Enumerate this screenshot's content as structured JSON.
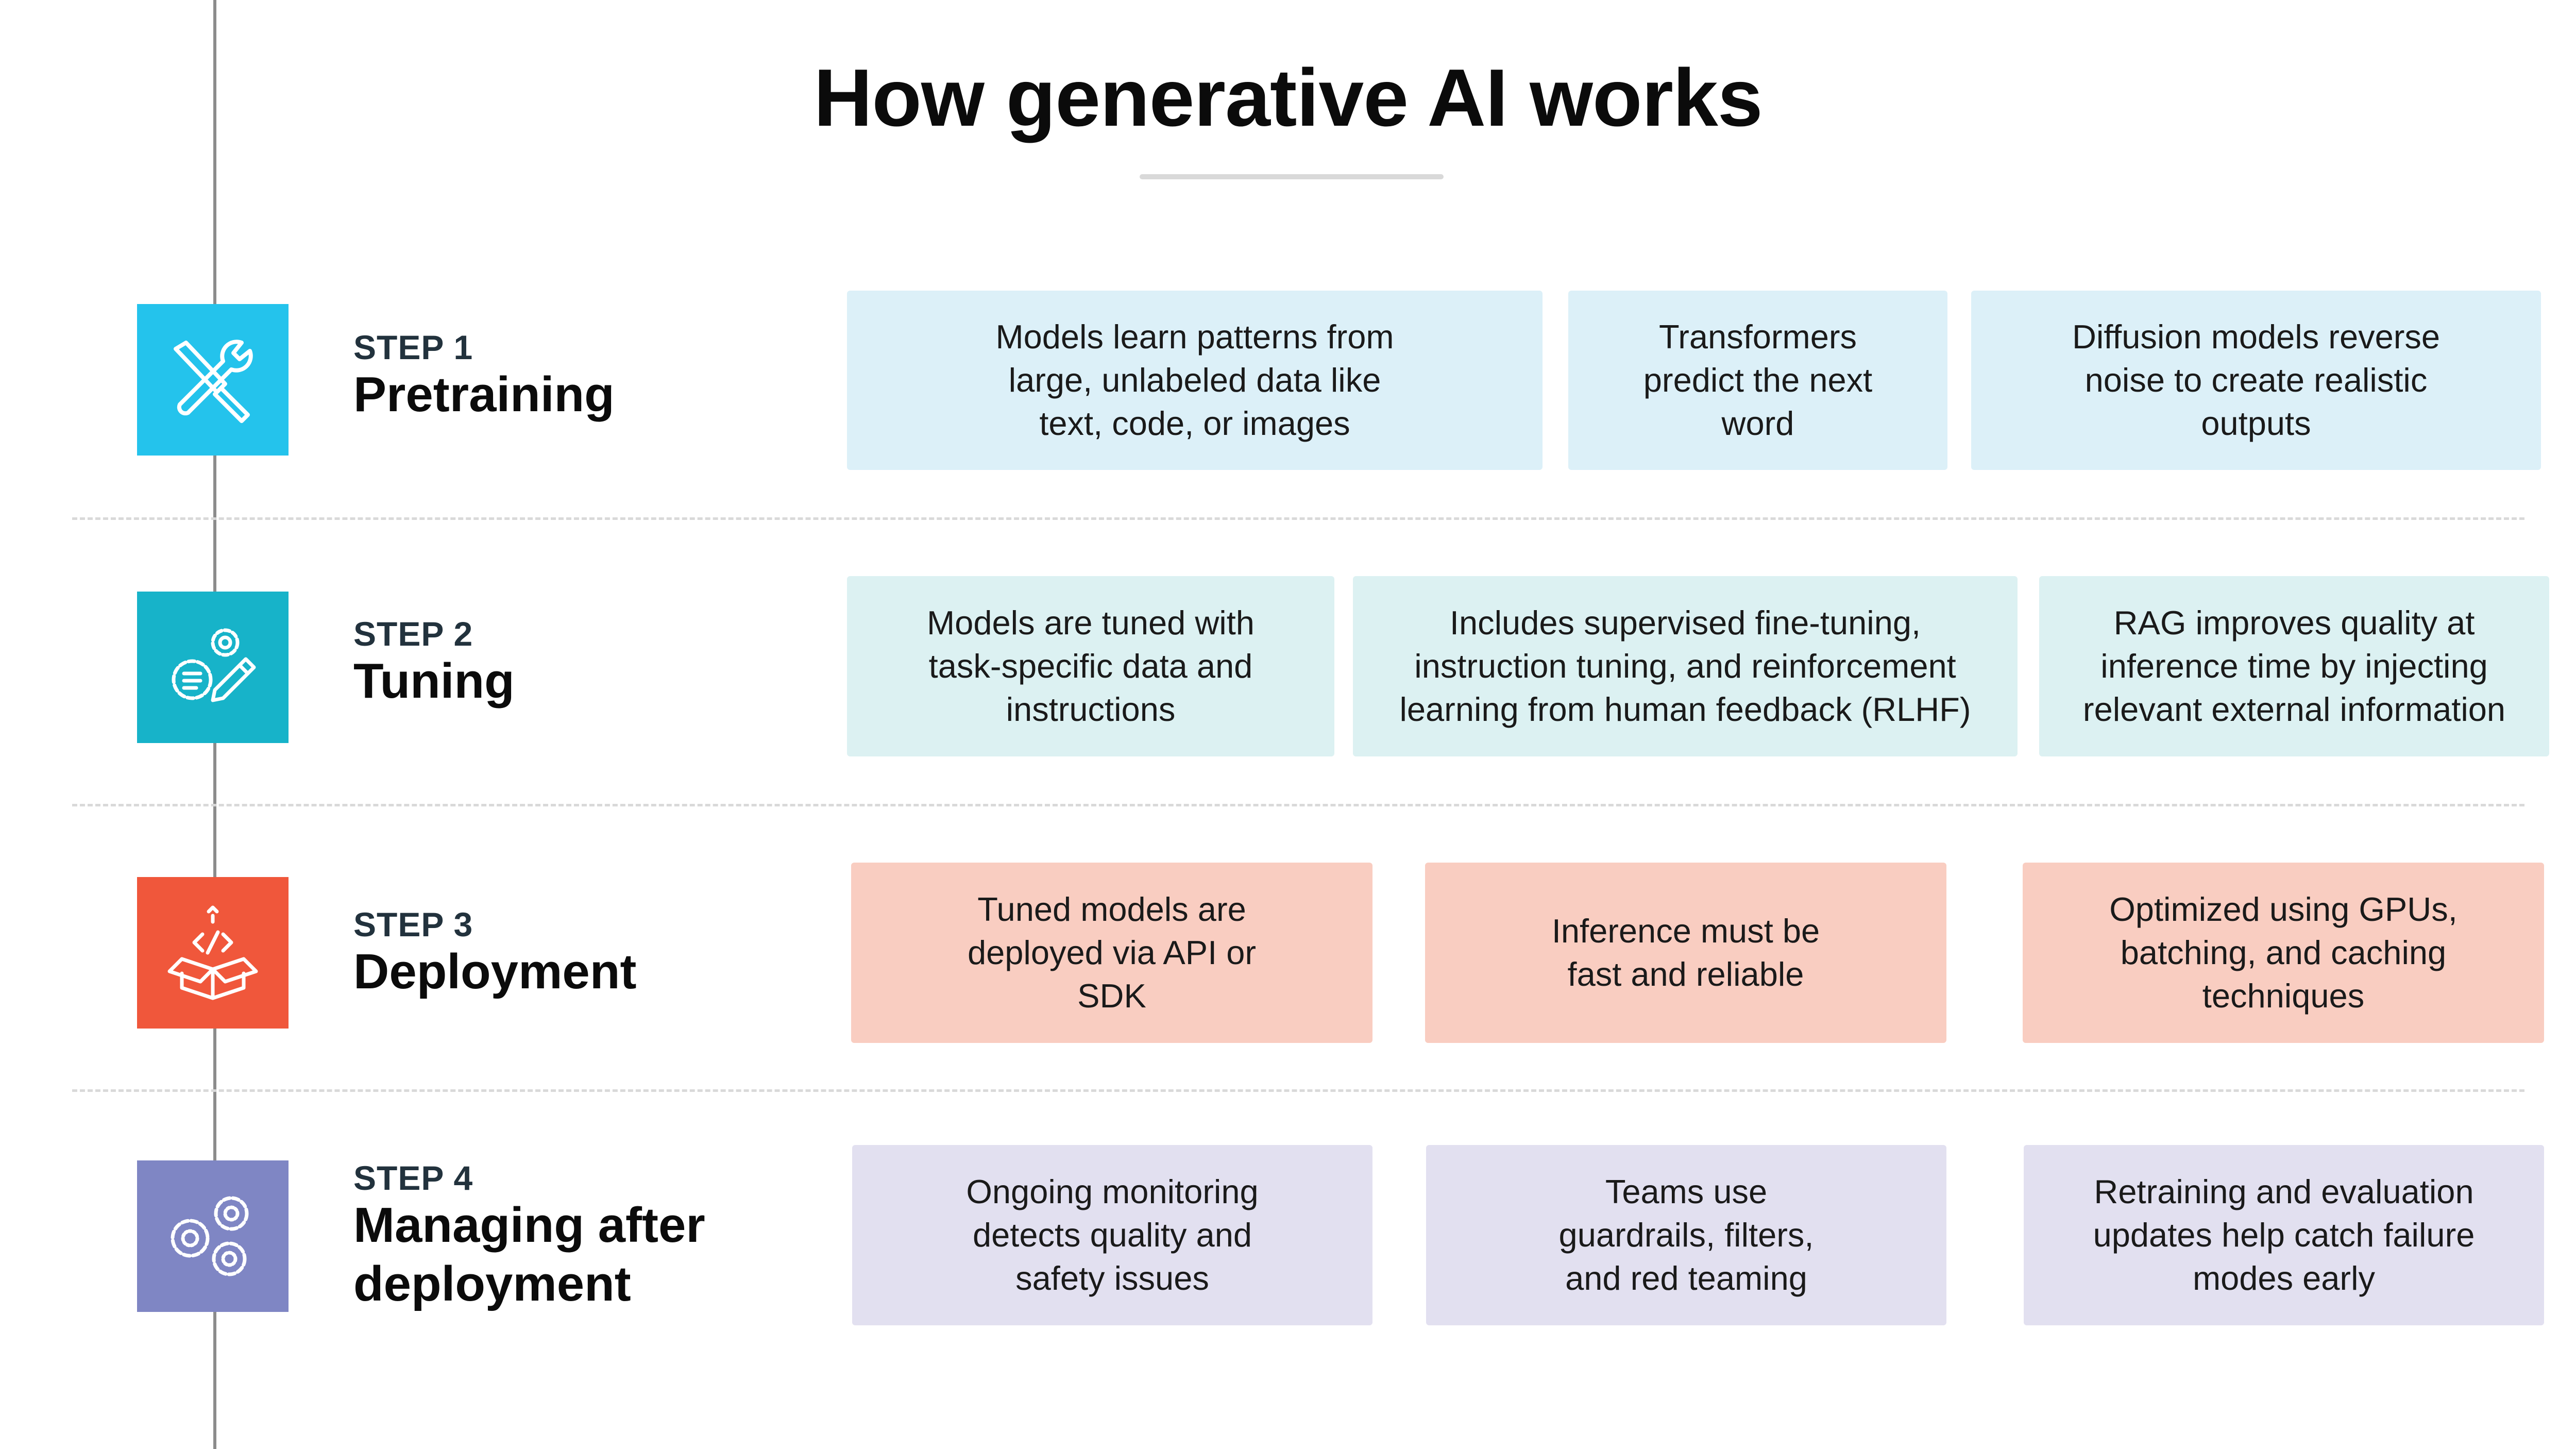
{
  "title": "How generative AI works",
  "colors": {
    "step1": "#24c3ec",
    "step2": "#17b3c9",
    "step3": "#f0573b",
    "step4": "#7f86c4"
  },
  "steps": [
    {
      "number": "STEP 1",
      "name": "Pretraining",
      "icon": "tools-icon",
      "cards": [
        "Models learn patterns from\nlarge, unlabeled data like\ntext, code, or images",
        "Transformers\npredict the next\nword",
        "Diffusion models reverse\nnoise to create realistic\noutputs"
      ]
    },
    {
      "number": "STEP 2",
      "name": "Tuning",
      "icon": "tuning-icon",
      "cards": [
        "Models are tuned with\ntask-specific data and\ninstructions",
        "Includes supervised fine-tuning,\ninstruction tuning, and reinforcement\nlearning from human feedback (RLHF)",
        "RAG improves quality at\ninference time by injecting\nrelevant external information"
      ]
    },
    {
      "number": "STEP 3",
      "name": "Deployment",
      "icon": "code-box-icon",
      "cards": [
        "Tuned models are\ndeployed via API or\nSDK",
        "Inference must be\nfast and reliable",
        "Optimized using GPUs,\nbatching, and caching\ntechniques"
      ]
    },
    {
      "number": "STEP 4",
      "name": "Managing after\ndeployment",
      "icon": "gears-icon",
      "cards": [
        "Ongoing monitoring\ndetects quality and\nsafety issues",
        "Teams use\nguardrails, filters,\nand red teaming",
        "Retraining and evaluation\nupdates help catch failure\nmodes early"
      ]
    }
  ]
}
